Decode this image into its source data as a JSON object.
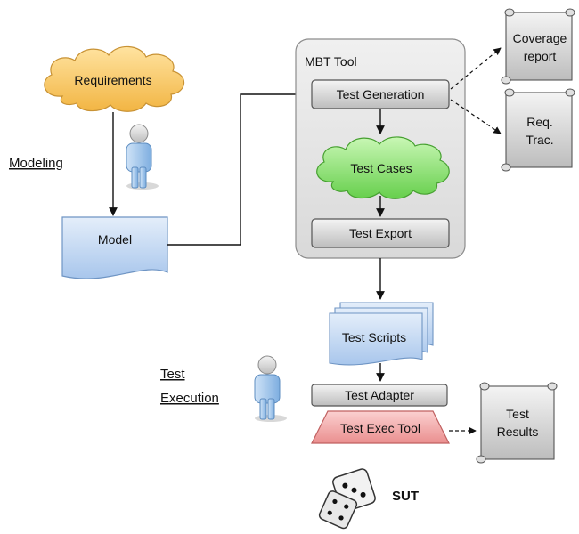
{
  "nodes": {
    "requirements": "Requirements",
    "modeling": "Modeling",
    "model": "Model",
    "mbt_tool": "MBT Tool",
    "test_generation": "Test Generation",
    "test_cases": "Test Cases",
    "test_export": "Test Export",
    "coverage_report": [
      "Coverage",
      "report"
    ],
    "req_trac": [
      "Req.",
      "Trac."
    ],
    "test_scripts": "Test Scripts",
    "test_execution": [
      "Test",
      "Execution"
    ],
    "test_adapter": "Test Adapter",
    "test_exec_tool": "Test Exec Tool",
    "test_results": [
      "Test",
      "Results"
    ],
    "sut": "SUT"
  },
  "colors": {
    "requirements_cloud": "#f6c05c",
    "test_cases_cloud": "#8fe07a",
    "document_blue": "#c7daf2",
    "mbt_panel": "#e6e6e6",
    "gray_box": "#d0d0d0",
    "exec_tool_red": "#f1a6a6",
    "person_blue": "#9cc3e8"
  }
}
